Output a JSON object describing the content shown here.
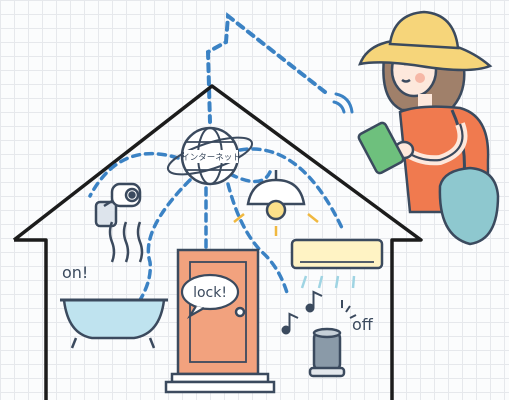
{
  "illustration": {
    "hub_label": "インターネット",
    "bath_label": "on!",
    "door_bubble": "lock!",
    "speaker_label": "off"
  },
  "colors": {
    "outline": "#1c1c1c",
    "dash": "#3b82c4",
    "bath": "#bfe3ef",
    "door": "#f2a27e",
    "shirt": "#f07a4f",
    "bag": "#8ec8cf",
    "hat": "#f6d57a",
    "phone": "#6ec07d",
    "lamp": "#fbe08a",
    "ac": "#fff3c4"
  }
}
